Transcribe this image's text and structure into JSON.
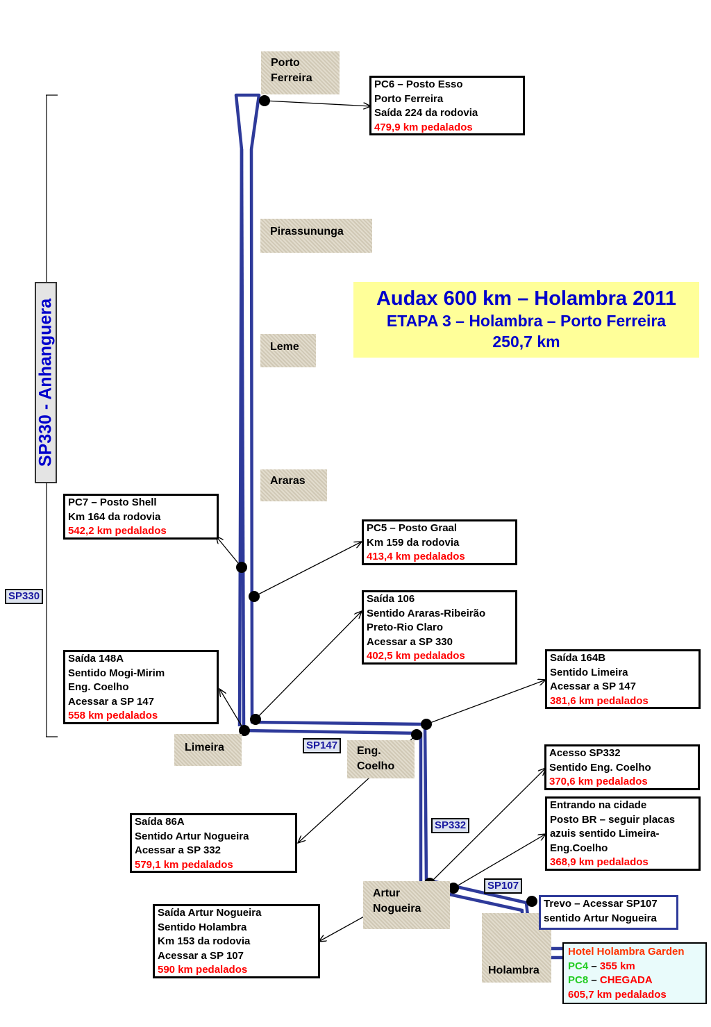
{
  "title": {
    "line1": "Audax 600 km – Holambra 2011",
    "line2": "ETAPA 3 – Holambra – Porto Ferreira",
    "line3": "250,7 km"
  },
  "highway_label": "SP330 - Anhanguera",
  "road_tags": {
    "sp330": "SP330",
    "sp147": "SP147",
    "sp332": "SP332",
    "sp107": "SP107"
  },
  "cities": {
    "porto_ferreira": [
      "Porto",
      "Ferreira"
    ],
    "pirassununga": "Pirassununga",
    "leme": "Leme",
    "araras": "Araras",
    "limeira": "Limeira",
    "eng_coelho": [
      "Eng.",
      "Coelho"
    ],
    "artur_nogueira": [
      "Artur",
      "Nogueira"
    ],
    "holambra": "Holambra"
  },
  "boxes": {
    "pc6": {
      "lines": [
        "PC6 – Posto Esso",
        "Porto Ferreira",
        "Saída 224 da rodovia"
      ],
      "km": "479,9 km pedalados"
    },
    "pc7": {
      "lines": [
        "PC7 – Posto Shell",
        "Km 164 da rodovia"
      ],
      "km": "542,2 km pedalados"
    },
    "pc5": {
      "lines": [
        "PC5 – Posto Graal",
        "Km 159 da rodovia"
      ],
      "km": "413,4 km pedalados"
    },
    "saida106": {
      "lines": [
        "Saída 106",
        "Sentido Araras-Ribeirão",
        "Preto-Rio Claro",
        "Acessar a SP 330"
      ],
      "km": "402,5 km pedalados"
    },
    "saida148a": {
      "lines": [
        "Saída 148A",
        "Sentido Mogi-Mirim",
        "Eng. Coelho",
        "Acessar a SP 147"
      ],
      "km": "558 km pedalados"
    },
    "saida164b": {
      "lines": [
        "Saída 164B",
        "Sentido Limeira",
        "Acessar a SP 147"
      ],
      "km": "381,6 km pedalados"
    },
    "acesso332": {
      "lines": [
        "Acesso SP332",
        "Sentido Eng. Coelho"
      ],
      "km": "370,6 km pedalados"
    },
    "entrando": {
      "lines": [
        "Entrando na cidade",
        "Posto BR – seguir placas",
        "azuis sentido Limeira-",
        "Eng.Coelho"
      ],
      "km": "368,9 km pedalados"
    },
    "saida86a": {
      "lines": [
        "Saída 86A",
        "Sentido Artur Nogueira",
        "Acessar a SP 332"
      ],
      "km": "579,1 km pedalados"
    },
    "trevo": {
      "lines": [
        "Trevo – Acessar SP107",
        "sentido Artur Nogueira"
      ]
    },
    "saida_artur": {
      "lines": [
        "Saída Artur Nogueira",
        "Sentido Holambra",
        "Km 153 da rodovia",
        "Acessar a SP 107"
      ],
      "km": "590 km pedalados"
    },
    "hotel": {
      "name": "Hotel Holambra Garden",
      "pc4": "PC4",
      "pc4_sep": " – ",
      "pc4_val": "355 km",
      "pc8": "PC8",
      "pc8_sep": " – ",
      "pc8_val": "CHEGADA",
      "km": "605,7 km  pedalados"
    }
  },
  "colors": {
    "route": "#2e3a9a",
    "km_text": "#ff0000",
    "title_text": "#0000cc",
    "title_bg": "#ffff99",
    "hotel_name": "#ff3300",
    "pc_green": "#22cc22"
  }
}
